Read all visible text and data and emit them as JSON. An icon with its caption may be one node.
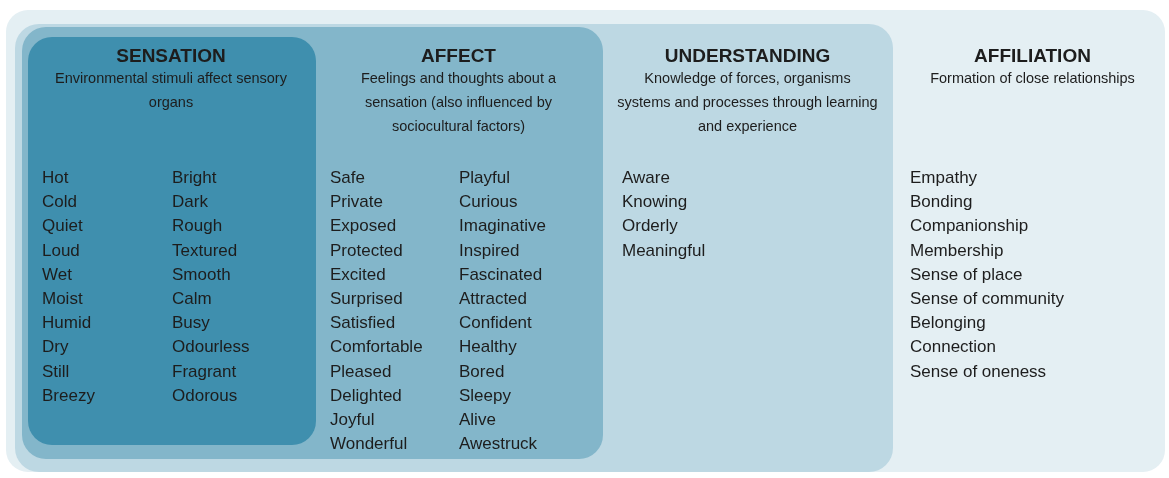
{
  "diagram": {
    "nodes": [
      {
        "text": [
          "AFFILIATION",
          "Formation of close relationships",
          "Empathy",
          "Bonding",
          "Companionship",
          "Membership",
          "Sense of place",
          "Sense of community",
          "Belonging",
          "Connection",
          "Sense of oneness"
        ]
      },
      {
        "text": [
          "UNDERSTANDING",
          "Knowledge of forces, organisms systems and processes through learning and experience",
          "Aware",
          "Knowing",
          "Orderly",
          "Meaningful"
        ],
        "in": 0
      },
      {
        "text": [
          "AFFECT",
          "Feelings and thoughts about a sensation (also influenced by sociocultural factors)",
          "Safe",
          "Private",
          "Exposed",
          "Protected",
          "Excited",
          "Surprised",
          "Satisfied",
          "Comfortable",
          "Pleased",
          "Delighted",
          "Joyful",
          "Wonderful",
          "Playful",
          "Curious",
          "Imaginative",
          "Inspired",
          "Fascinated",
          "Attracted",
          "Confident",
          "Healthy",
          "Bored",
          "Sleepy",
          "Alive",
          "Awestruck"
        ],
        "in": 1
      },
      {
        "text": [
          "SENSATION",
          "Environmental stimuli affect sensory organs",
          "Hot",
          "Cold",
          "Quiet",
          "Loud",
          "Wet",
          "Moist",
          "Humid",
          "Dry",
          "Still",
          "Breezy",
          "Bright",
          "Dark",
          "Rough",
          "Textured",
          "Smooth",
          "Calm",
          "Busy",
          "Odourless",
          "Fragrant",
          "Odorous"
        ],
        "in": 2
      }
    ],
    "edges": []
  }
}
